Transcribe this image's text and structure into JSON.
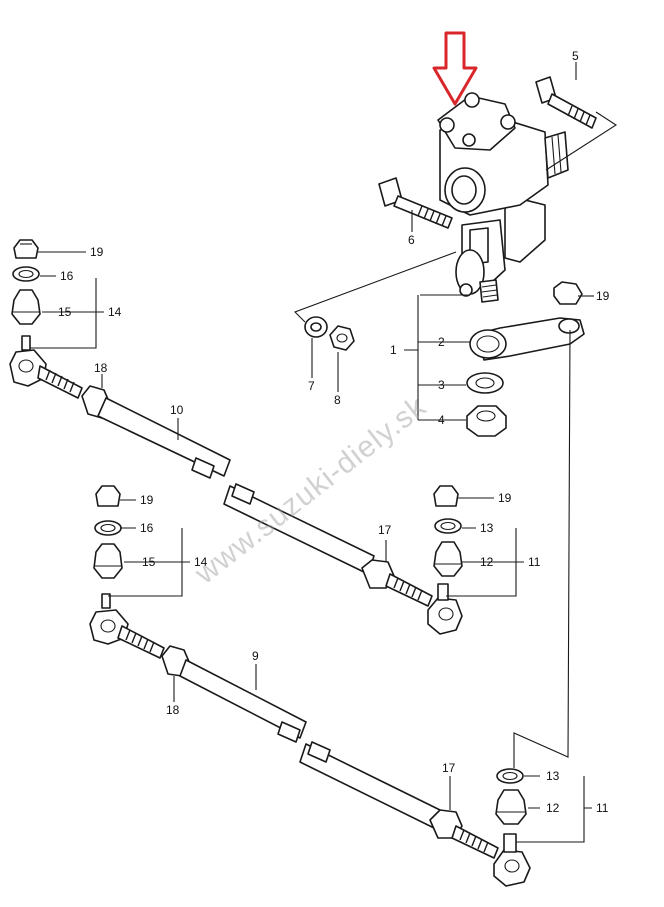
{
  "watermark": "www.suzuki-diely.sk",
  "colors": {
    "arrow": "#d9262b",
    "line": "#1a1a1a",
    "watermark": "#9a9a9a"
  },
  "callouts": {
    "c1": "1",
    "c2": "2",
    "c3": "3",
    "c4": "4",
    "c5": "5",
    "c6": "6",
    "c7": "7",
    "c8": "8",
    "c9": "9",
    "c10": "10",
    "c11a": "11",
    "c11b": "11",
    "c12a": "12",
    "c12b": "12",
    "c13a": "13",
    "c13b": "13",
    "c14a": "14",
    "c14b": "14",
    "c15a": "15",
    "c15b": "15",
    "c16a": "16",
    "c16b": "16",
    "c17a": "17",
    "c17b": "17",
    "c18a": "18",
    "c18b": "18",
    "c19a": "19",
    "c19b": "19",
    "c19c": "19",
    "c19d": "19"
  }
}
